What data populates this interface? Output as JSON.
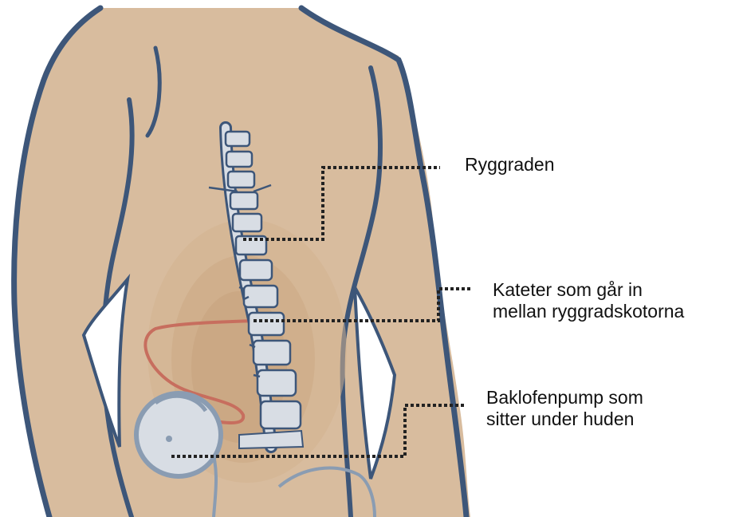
{
  "callouts": {
    "spine": {
      "line1": "Ryggraden"
    },
    "catheter": {
      "line1": "Kateter som går in",
      "line2": "mellan ryggradskotorna"
    },
    "pump": {
      "line1": "Baklofenpump som",
      "line2": "sitter under huden"
    }
  },
  "colors": {
    "skin": "#d8bc9e",
    "outline": "#3d5679",
    "bone": "#d8dde4",
    "catheter": "#c76e5e",
    "leader": "#222222"
  }
}
